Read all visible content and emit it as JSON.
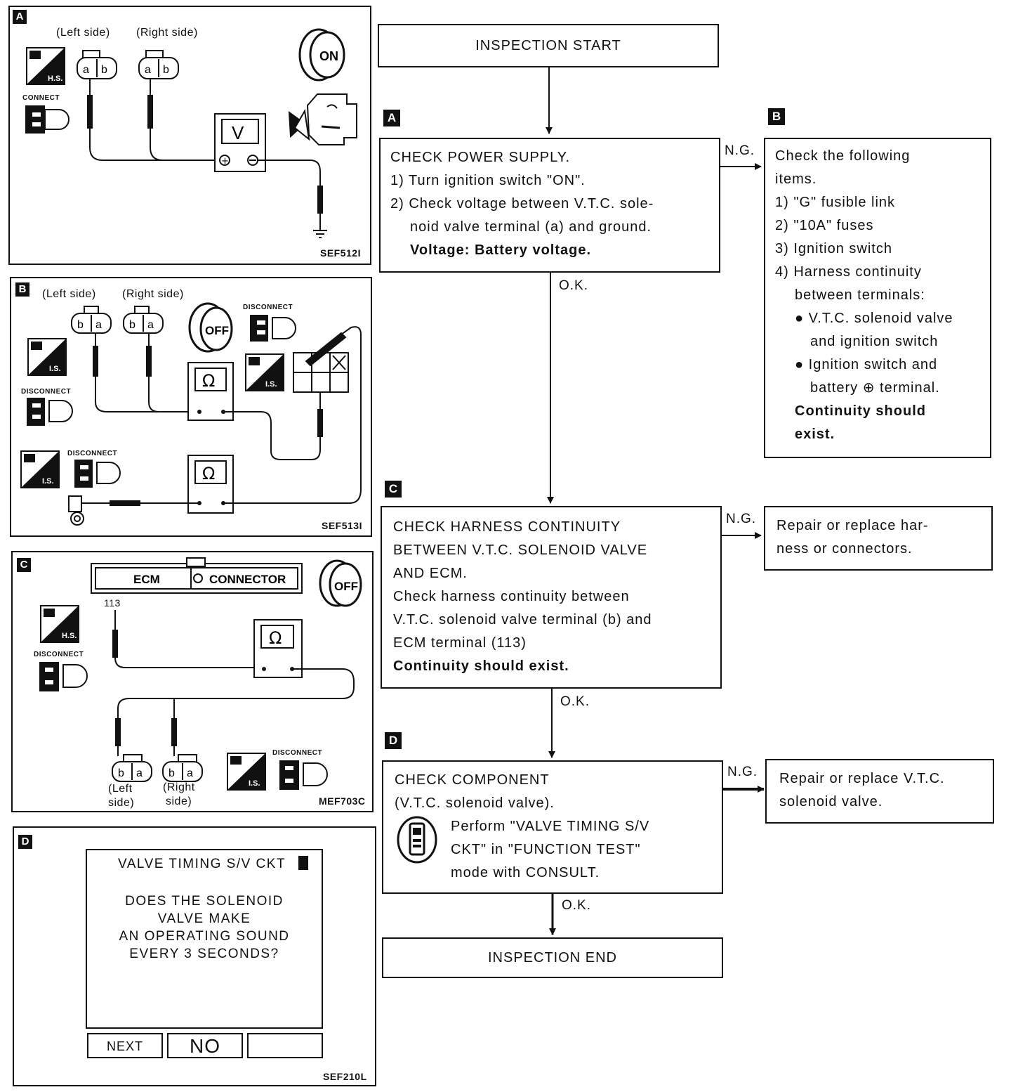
{
  "figures": {
    "A": {
      "tag": "A",
      "left_side": "(Left side)",
      "right_side": "(Right side)",
      "connector_a": "a",
      "connector_b": "b",
      "connect": "CONNECT",
      "hs": "H.S.",
      "meter": "V",
      "ignition": "ON",
      "code": "SEF512I",
      "icons": [
        "harness-side-icon",
        "connect-icon",
        "ignition-on-icon",
        "engine-icon",
        "voltmeter-icon",
        "ground-icon"
      ]
    },
    "B": {
      "tag": "B",
      "left_side": "(Left side)",
      "right_side": "(Right side)",
      "connector_a": "a",
      "connector_b": "b",
      "disconnect": "DISCONNECT",
      "is": "I.S.",
      "meter": "Ω",
      "ignition": "OFF",
      "code": "SEF513I",
      "icons": [
        "ignition-off-icon",
        "ohmmeter-icon",
        "fuse-block-icon",
        "battery-icon"
      ]
    },
    "C": {
      "tag": "C",
      "ecm": "ECM",
      "connector": "CONNECTOR",
      "terminal": "113",
      "hs": "H.S.",
      "is": "I.S.",
      "disconnect": "DISCONNECT",
      "meter": "Ω",
      "ignition": "OFF",
      "left_label_1": "(Left",
      "left_label_2": "side)",
      "right_label_1": "(Right",
      "right_label_2": "side)",
      "connector_a": "a",
      "connector_b": "b",
      "code": "MEF703C"
    },
    "D": {
      "tag": "D",
      "screen_title": "VALVE TIMING S/V CKT",
      "question": [
        "DOES THE SOLENOID",
        "VALVE MAKE",
        "AN OPERATING SOUND",
        "EVERY 3 SECONDS?"
      ],
      "buttons": [
        "NEXT",
        "NO",
        ""
      ],
      "code": "SEF210L"
    }
  },
  "flow": {
    "start": "INSPECTION START",
    "end": "INSPECTION END",
    "step_a": {
      "tag": "A",
      "lines": [
        "CHECK POWER SUPPLY.",
        "1) Turn ignition switch \"ON\".",
        "2) Check voltage between V.T.C. sole-",
        "noid valve terminal (a) and ground.",
        "Voltage: Battery voltage."
      ]
    },
    "step_b": {
      "tag": "B",
      "lines": [
        "Check the following",
        "items.",
        "1) \"G\" fusible link",
        "2) \"10A\" fuses",
        "3) Ignition switch",
        "4) Harness continuity",
        "between terminals:",
        "● V.T.C. solenoid valve",
        "and ignition switch",
        "● Ignition switch and",
        "battery ⊕ terminal.",
        "Continuity should",
        "exist."
      ]
    },
    "step_c": {
      "tag": "C",
      "lines": [
        "CHECK HARNESS CONTINUITY",
        "BETWEEN V.T.C. SOLENOID VALVE",
        "AND ECM.",
        "Check harness continuity between",
        "V.T.C. solenoid valve terminal (b) and",
        "ECM terminal (113)",
        "Continuity should exist."
      ]
    },
    "step_d": {
      "tag": "D",
      "lines": [
        "CHECK COMPONENT",
        "(V.T.C. solenoid valve).",
        "Perform \"VALVE TIMING S/V",
        "CKT\" in \"FUNCTION TEST\"",
        "mode with CONSULT."
      ],
      "icon": "consult-icon"
    },
    "repair_c": [
      "Repair or replace har-",
      "ness or connectors."
    ],
    "repair_d": [
      "Repair or replace V.T.C.",
      "solenoid valve."
    ],
    "ok": "O.K.",
    "ng": "N.G."
  }
}
